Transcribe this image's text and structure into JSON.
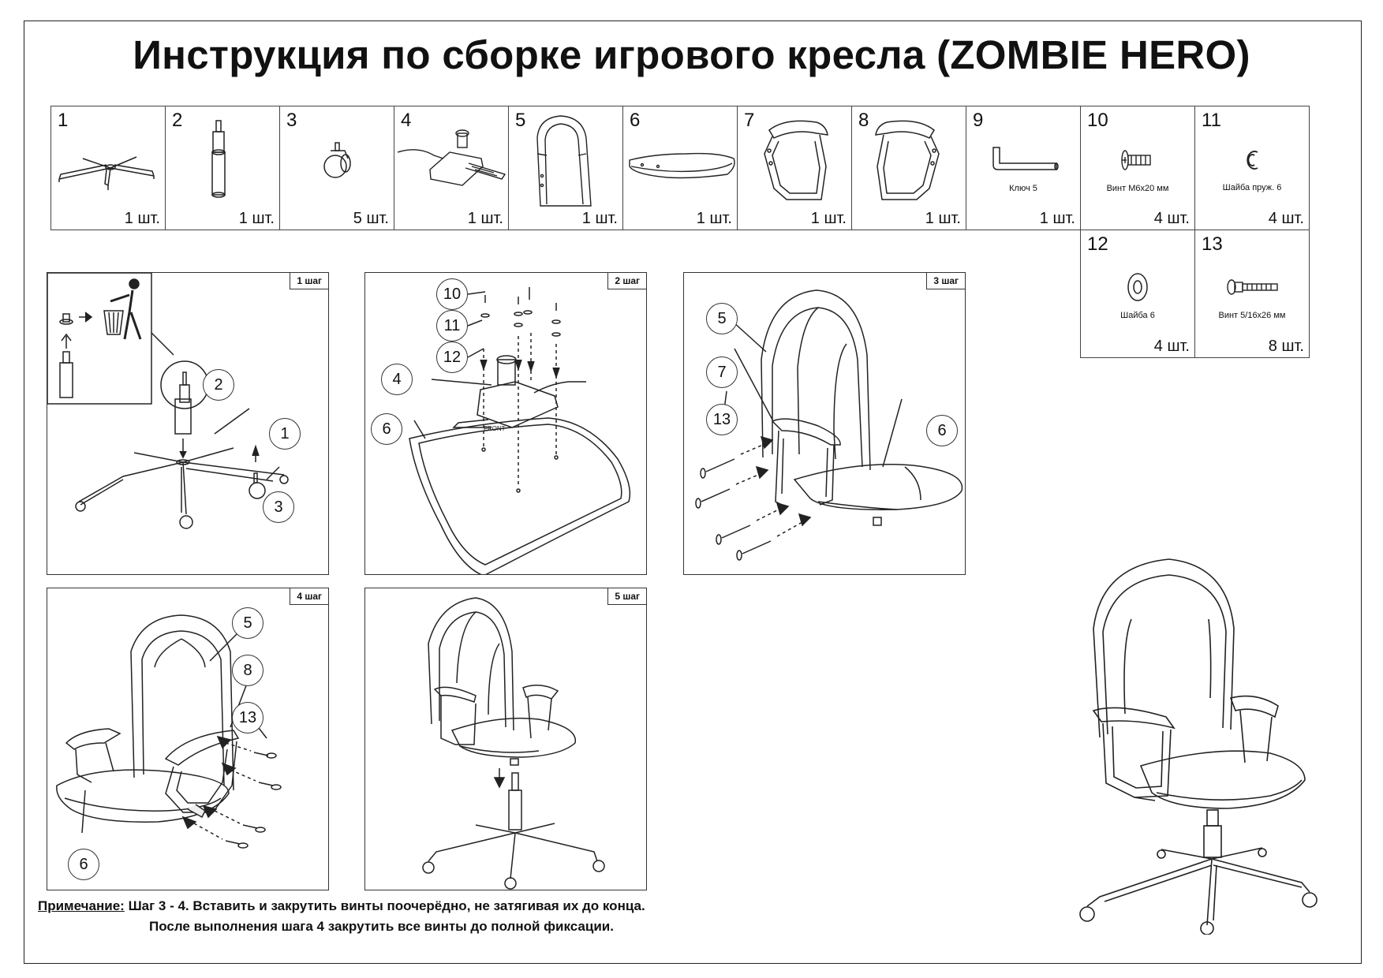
{
  "title": "Инструкция по сборке игрового кресла (ZOMBIE HERO)",
  "parts": [
    {
      "num": "1",
      "qty": "1  шт.",
      "name": "",
      "icon": "star-base-icon"
    },
    {
      "num": "2",
      "qty": "1  шт.",
      "name": "",
      "icon": "gas-lift-icon"
    },
    {
      "num": "3",
      "qty": "5  шт.",
      "name": "",
      "icon": "caster-wheel-icon"
    },
    {
      "num": "4",
      "qty": "1  шт.",
      "name": "",
      "icon": "tilt-mechanism-icon"
    },
    {
      "num": "5",
      "qty": "1  шт.",
      "name": "",
      "icon": "backrest-icon"
    },
    {
      "num": "6",
      "qty": "1  шт.",
      "name": "",
      "icon": "seat-icon"
    },
    {
      "num": "7",
      "qty": "1  шт.",
      "name": "",
      "icon": "armrest-left-icon"
    },
    {
      "num": "8",
      "qty": "1 шт.",
      "name": "",
      "icon": "armrest-right-icon"
    },
    {
      "num": "9",
      "qty": "1 шт.",
      "name": "Ключ 5",
      "icon": "hex-key-icon"
    },
    {
      "num": "10",
      "qty": "4 шт.",
      "name": "Винт М6х20 мм",
      "icon": "screw-m6-icon"
    },
    {
      "num": "11",
      "qty": "4 шт.",
      "name": "Шайба пруж. 6",
      "icon": "spring-washer-icon"
    },
    {
      "num": "12",
      "qty": "4 шт.",
      "name": "Шайба 6",
      "icon": "flat-washer-icon"
    },
    {
      "num": "13",
      "qty": "8 шт.",
      "name": "Винт 5/16х26 мм",
      "icon": "screw-516-icon"
    }
  ],
  "steps": [
    {
      "label": "1 шаг",
      "callouts": [
        "2",
        "1",
        "3"
      ]
    },
    {
      "label": "2 шаг",
      "callouts": [
        "10",
        "11",
        "12",
        "4",
        "6"
      ]
    },
    {
      "label": "3 шаг",
      "callouts": [
        "5",
        "7",
        "13",
        "6"
      ]
    },
    {
      "label": "4 шаг",
      "callouts": [
        "5",
        "8",
        "13",
        "6"
      ]
    },
    {
      "label": "5 шаг",
      "callouts": []
    }
  ],
  "step2_front_label": "FRONT",
  "note": {
    "label": "Примечание:",
    "line1": "Шаг 3 - 4. Вставить и закрутить винты поочерёдно, не затягивая их до конца.",
    "line2": "После выполнения шага 4 закрутить все винты до полной фиксации."
  }
}
